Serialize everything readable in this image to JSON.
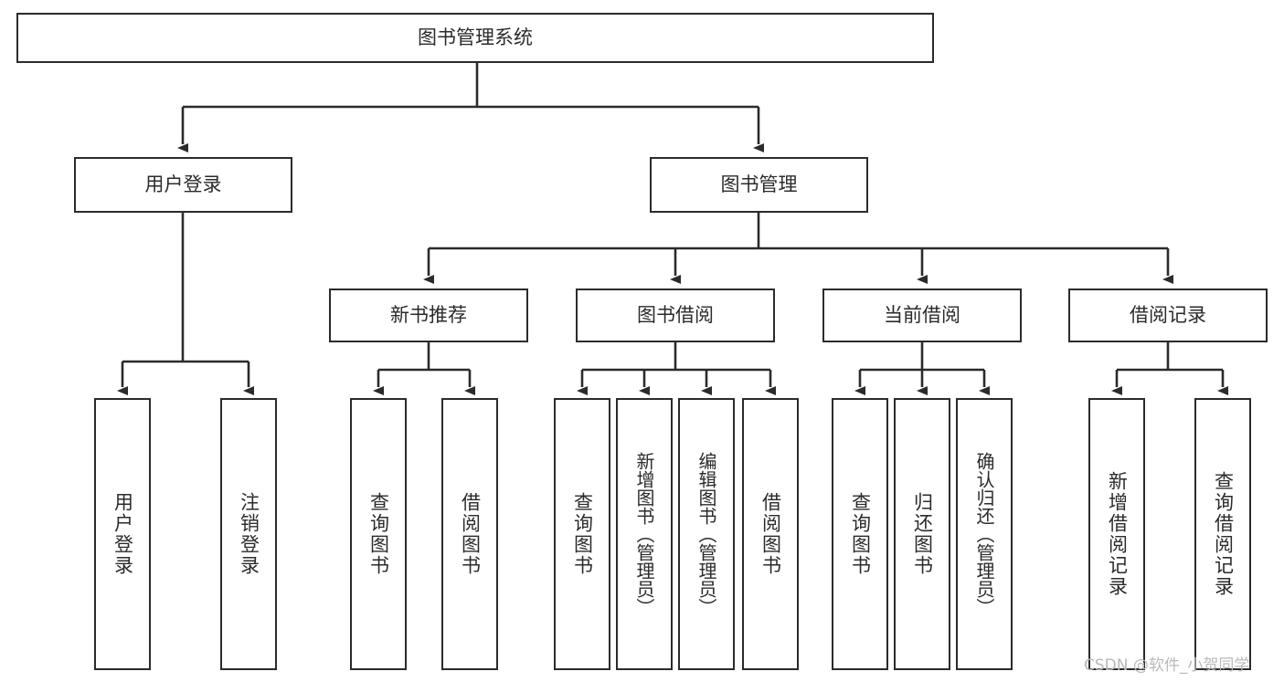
{
  "diagram": {
    "title": "图书管理系统",
    "type": "tree-hierarchy-diagram",
    "root": {
      "id": "root",
      "label": "图书管理系统"
    },
    "level2": [
      {
        "id": "user-login",
        "label": "用户登录"
      },
      {
        "id": "book-management",
        "label": "图书管理"
      }
    ],
    "level3": [
      {
        "id": "new-book-recommend",
        "label": "新书推荐",
        "parent": "book-management"
      },
      {
        "id": "book-borrow",
        "label": "图书借阅",
        "parent": "book-management"
      },
      {
        "id": "current-borrow",
        "label": "当前借阅",
        "parent": "book-management"
      },
      {
        "id": "borrow-record",
        "label": "借阅记录",
        "parent": "book-management"
      }
    ],
    "leaves": {
      "user-login": [
        {
          "id": "leaf-user-login",
          "label": "用户登录"
        },
        {
          "id": "leaf-logout-login",
          "label": "注销登录"
        }
      ],
      "new-book-recommend": [
        {
          "id": "leaf-query-book-1",
          "label": "查询图书"
        },
        {
          "id": "leaf-borrow-book-1",
          "label": "借阅图书"
        }
      ],
      "book-borrow": [
        {
          "id": "leaf-query-book-2",
          "label": "查询图书"
        },
        {
          "id": "leaf-add-book-admin",
          "label": "新增图书（管理员）"
        },
        {
          "id": "leaf-edit-book-admin",
          "label": "编辑图书（管理员）"
        },
        {
          "id": "leaf-borrow-book-2",
          "label": "借阅图书"
        }
      ],
      "current-borrow": [
        {
          "id": "leaf-query-book-3",
          "label": "查询图书"
        },
        {
          "id": "leaf-return-book",
          "label": "归还图书"
        },
        {
          "id": "leaf-confirm-return-admin",
          "label": "确认归还（管理员）"
        }
      ],
      "borrow-record": [
        {
          "id": "leaf-add-borrow-record",
          "label": "新增借阅记录"
        },
        {
          "id": "leaf-query-borrow-record",
          "label": "查询借阅记录"
        }
      ]
    },
    "watermark": "CSDN @软件_小贺同学",
    "colors": {
      "stroke": "#2b2b2b",
      "background": "#ffffff",
      "text": "#2b2b2b",
      "watermark": "#b9b9b9"
    }
  }
}
